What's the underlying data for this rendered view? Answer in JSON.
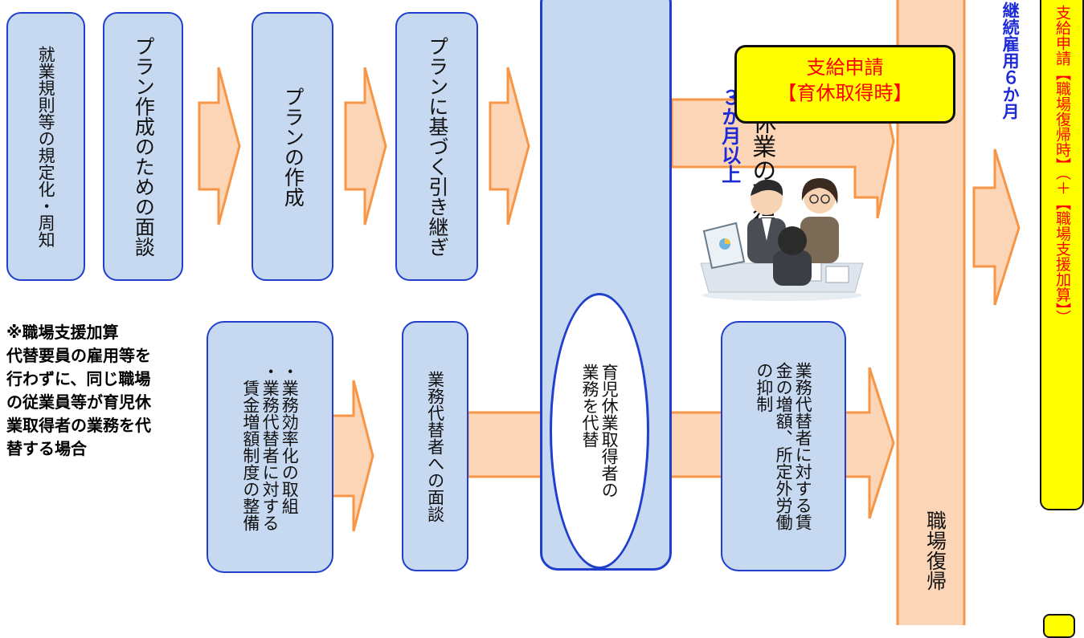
{
  "top_row": {
    "box1": "就業規則等の規定化・周知",
    "box2": "プラン作成のための面談",
    "box3": "プランの作成",
    "box4": "プランに基づく引き継ぎ"
  },
  "leave": {
    "title": "育児休業の取得",
    "duration": "３か月以上",
    "ellipse": "育児休業取得者の\n業務を代替"
  },
  "application_leave": {
    "line1": "支給申請",
    "line2": "【育休取得時】"
  },
  "return": {
    "label": "職場復帰",
    "continuous": "継続雇用６か月"
  },
  "application_return": {
    "text": "支給申請【職場復帰時】（＋【職場支援加算】）"
  },
  "note": {
    "heading": "※職場支援加算",
    "body": "代替要員の雇用等を\n行わずに、同じ職場\nの従業員等が育児休\n業取得者の業務を代\n替する場合"
  },
  "bottom_row": {
    "box1": "・業務効率化の取組\n・業務代替者に対する\n　賃金増額制度の整備",
    "box2": "業務代替者への面談",
    "box3": "業務代替者に対する賃\n金の増額、所定外労働\nの抑制"
  },
  "colors": {
    "box_fill": "#c6d9f1",
    "box_border": "#1f3fcc",
    "arrow_fill": "#fbd5b5",
    "arrow_stroke": "#f79646",
    "application_fill": "#ffff00",
    "application_text": "#ff0000",
    "highlight_blue": "#1d2bd6"
  },
  "illustration": "office-meeting-people-illustration"
}
